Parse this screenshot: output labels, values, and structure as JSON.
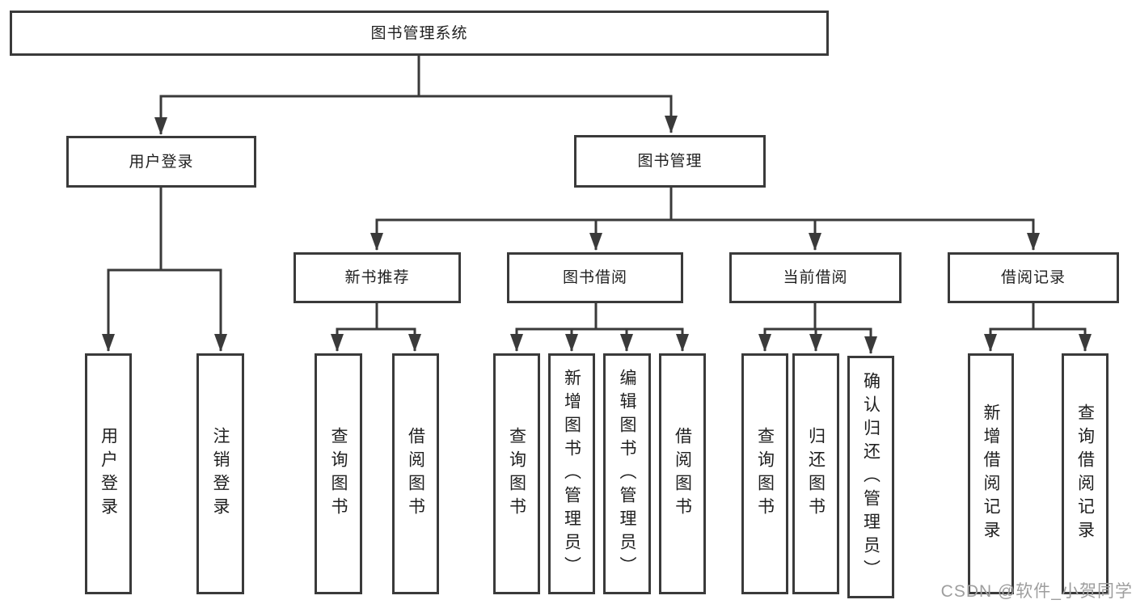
{
  "diagram": {
    "root": {
      "label": "图书管理系统"
    },
    "children": [
      {
        "label": "用户登录",
        "children": [
          {
            "label": "用户登录"
          },
          {
            "label": "注销登录"
          }
        ]
      },
      {
        "label": "图书管理",
        "children": [
          {
            "label": "新书推荐",
            "children": [
              {
                "label": "查询图书"
              },
              {
                "label": "借阅图书"
              }
            ]
          },
          {
            "label": "图书借阅",
            "children": [
              {
                "label": "查询图书"
              },
              {
                "label": "新增图书（管理员）"
              },
              {
                "label": "编辑图书（管理员）"
              },
              {
                "label": "借阅图书"
              }
            ]
          },
          {
            "label": "当前借阅",
            "children": [
              {
                "label": "查询图书"
              },
              {
                "label": "归还图书"
              },
              {
                "label": "确认归还（管理员）"
              }
            ]
          },
          {
            "label": "借阅记录",
            "children": [
              {
                "label": "新增借阅记录"
              },
              {
                "label": "查询借阅记录"
              }
            ]
          }
        ]
      }
    ]
  },
  "watermark": "CSDN @软件_小贺同学",
  "colors": {
    "line": "#3a3a3a",
    "text": "#1f1f1f",
    "watermark": "#9e9e9e",
    "background": "#ffffff"
  }
}
